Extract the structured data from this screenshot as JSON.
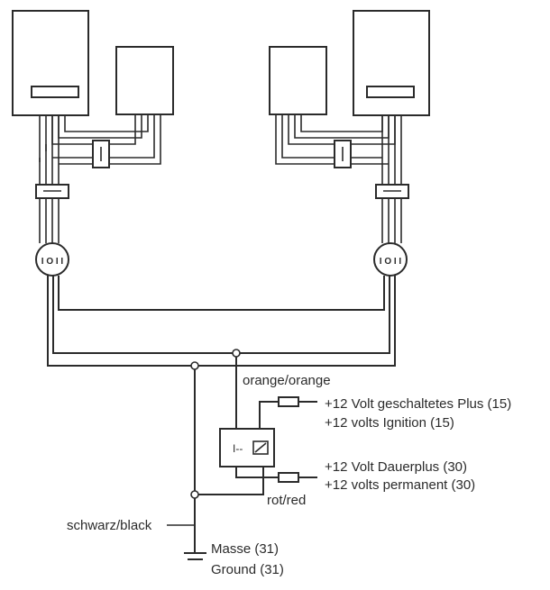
{
  "labels": {
    "orange_wire": "orange/orange",
    "red_wire": "rot/red",
    "black_wire": "schwarz/black",
    "ignition_de": "+12 Volt geschaltetes Plus (15)",
    "ignition_en": "+12 volts Ignition (15)",
    "permanent_de": "+12 Volt Dauerplus (30)",
    "permanent_en": "+12 volts permanent (30)",
    "ground_de": "Masse (31)",
    "ground_en": "Ground (31)",
    "switch_left": "I O I I",
    "switch_right": "I O I I",
    "relay_symbol": "I--"
  }
}
